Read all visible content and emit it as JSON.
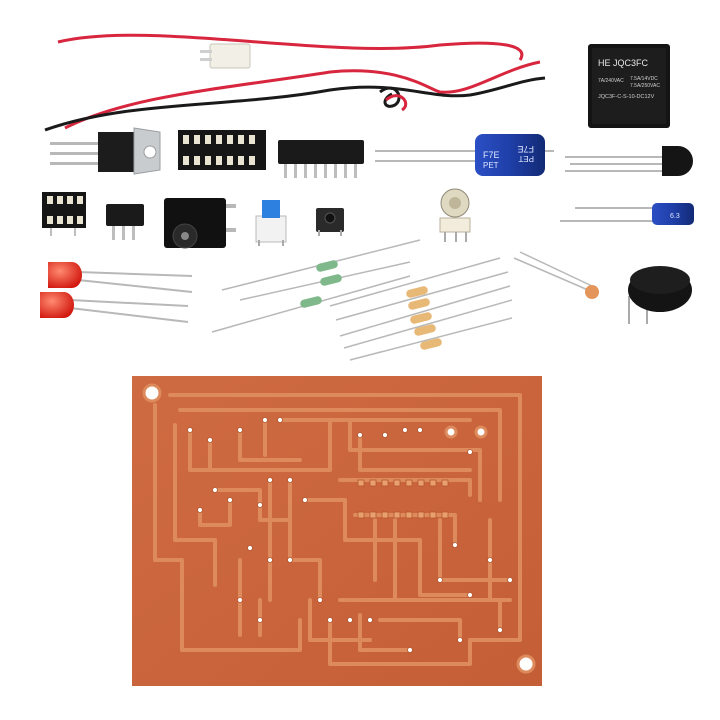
{
  "image_kind": "product photo of an electronics DIY kit on white background",
  "relay": {
    "brand_model": "HE  JQC3FC",
    "rating_left": "7A/240VAC",
    "rating_right_1": "7.5A/14VDC",
    "rating_right_2": "7.5A/250VAC",
    "part_number": "JQC3F-C-S-10-DC12V"
  },
  "big_capacitor": {
    "marking_1": "F7E",
    "marking_2": "PET",
    "marking_3": "F7E",
    "marking_4": "PET"
  },
  "small_capacitor": {
    "marking": "6.3"
  },
  "colors": {
    "pcb": "#c8663f",
    "pcb_trace": "#d98458",
    "wire_red": "#d7263d",
    "wire_black": "#1a1a1a",
    "led": "#e8301e",
    "relay": "#141414",
    "capacitor_blue": "#1f3fa8"
  }
}
